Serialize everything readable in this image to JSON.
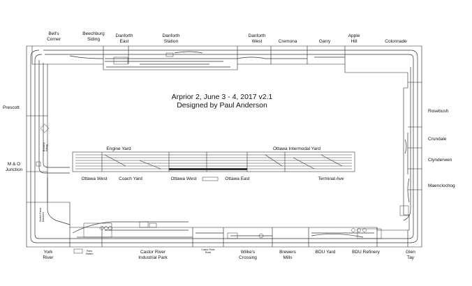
{
  "title": {
    "line1": "Arprior 2, June 3 - 4, 2017 v2.1",
    "line2": "Designed by Paul Anderson"
  },
  "top_labels": {
    "bells_corner": "Bell's\nCorner",
    "beechburg_siding": "Beechburg\nSiding",
    "danforth_east": "Danforth\nEast",
    "danforth_station": "Danforth\nStation",
    "danforth_west": "Danforth\nWest",
    "cremona": "Cremona",
    "garry": "Garry",
    "apple_hill": "Apple\nHill",
    "colonnade": "Colonnade"
  },
  "left_labels": {
    "prescott": "Prescott",
    "mo_junction": "M & O\nJunction"
  },
  "right_labels": {
    "rosebush": "Rosebush",
    "crundale": "Crundale",
    "clynderwen": "Clynderwen",
    "maenclochog": "Maenclochog"
  },
  "bottom_labels": {
    "york_river": "York\nRiver",
    "castor_river_industrial_park": "Castor River\nIndustrial Park",
    "wilkes_crossing": "Wilke's\nCrossing",
    "brewers_mills": "Brewers\nMills",
    "bdu_yard": "BDU Yard",
    "bdu_refinery": "BDU Refinery",
    "glen_tay": "Glen\nTay"
  },
  "center_labels": {
    "engine_yard": "Engine Yard",
    "ottawa_intermodal_yard": "Ottawa Intermodal Yard",
    "ottawa_west_left": "Ottawa West",
    "coach_yard": "Coach Yard",
    "ottawa_west_mid": "Ottawa West",
    "ottawa_east": "Ottawa East",
    "terminal_ave": "Terminal Ave"
  },
  "tiny_labels": {
    "paris_station": "Paris\nStation",
    "castor_river_road": "Castor River\nRoad",
    "brewery_vert": "Brewery\nSiding",
    "switch_panel": "Switch Panel\nNumbers"
  }
}
